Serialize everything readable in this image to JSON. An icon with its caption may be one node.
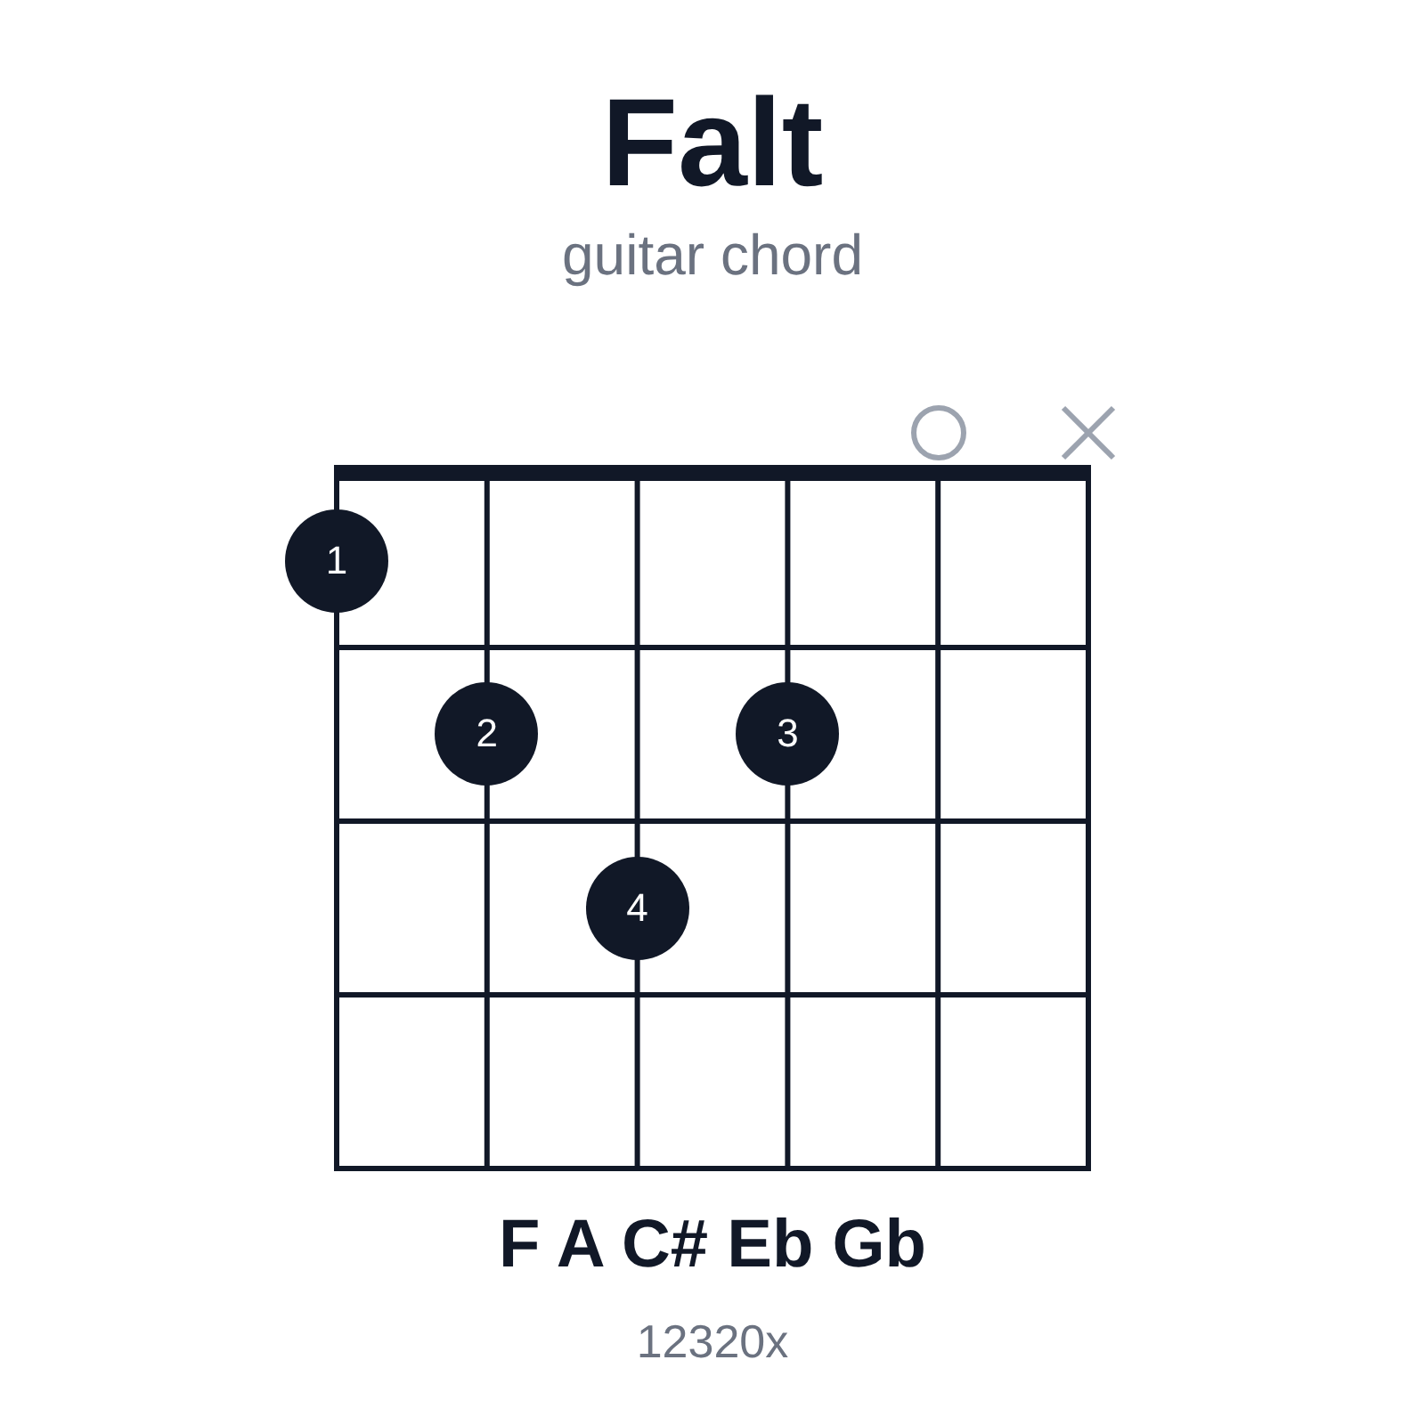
{
  "diagram": {
    "title": "Falt",
    "nodes": [
      {
        "text": [
          "1"
        ]
      },
      {
        "text": [
          "2"
        ]
      },
      {
        "text": [
          "3"
        ]
      },
      {
        "text": [
          "4"
        ]
      }
    ],
    "labels": [
      "guitar chord",
      "F A C# Eb Gb",
      "12320x"
    ]
  }
}
